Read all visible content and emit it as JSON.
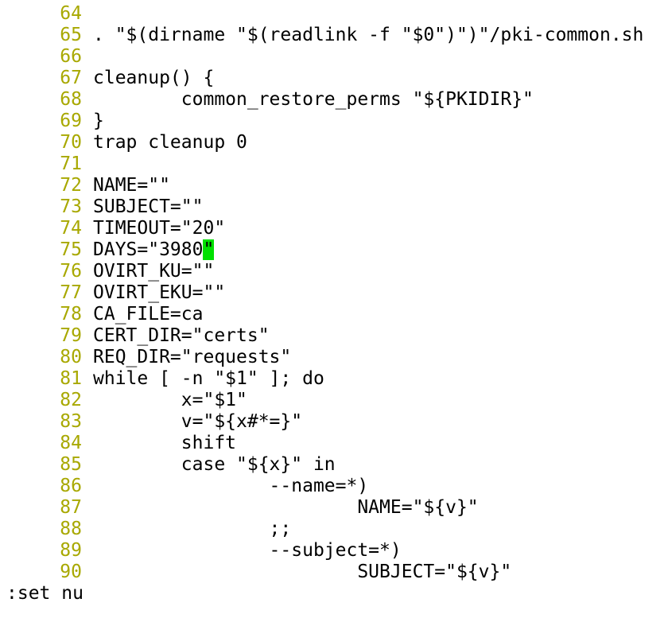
{
  "editor": {
    "lines": [
      {
        "num": "64",
        "text": ""
      },
      {
        "num": "65",
        "text": ". \"$(dirname \"$(readlink -f \"$0\")\")\"/pki-common.sh"
      },
      {
        "num": "66",
        "text": ""
      },
      {
        "num": "67",
        "text": "cleanup() {"
      },
      {
        "num": "68",
        "text": "        common_restore_perms \"${PKIDIR}\""
      },
      {
        "num": "69",
        "text": "}"
      },
      {
        "num": "70",
        "text": "trap cleanup 0"
      },
      {
        "num": "71",
        "text": ""
      },
      {
        "num": "72",
        "text": "NAME=\"\""
      },
      {
        "num": "73",
        "text": "SUBJECT=\"\""
      },
      {
        "num": "74",
        "text": "TIMEOUT=\"20\""
      },
      {
        "num": "75",
        "text": "DAYS=\"3980",
        "cursor_char": "\""
      },
      {
        "num": "76",
        "text": "OVIRT_KU=\"\""
      },
      {
        "num": "77",
        "text": "OVIRT_EKU=\"\""
      },
      {
        "num": "78",
        "text": "CA_FILE=ca"
      },
      {
        "num": "79",
        "text": "CERT_DIR=\"certs\""
      },
      {
        "num": "80",
        "text": "REQ_DIR=\"requests\""
      },
      {
        "num": "81",
        "text": "while [ -n \"$1\" ]; do"
      },
      {
        "num": "82",
        "text": "        x=\"$1\""
      },
      {
        "num": "83",
        "text": "        v=\"${x#*=}\""
      },
      {
        "num": "84",
        "text": "        shift"
      },
      {
        "num": "85",
        "text": "        case \"${x}\" in"
      },
      {
        "num": "86",
        "text": "                --name=*)"
      },
      {
        "num": "87",
        "text": "                        NAME=\"${v}\""
      },
      {
        "num": "88",
        "text": "                ;;"
      },
      {
        "num": "89",
        "text": "                --subject=*)"
      },
      {
        "num": "90",
        "text": "                        SUBJECT=\"${v}\""
      }
    ]
  },
  "cmdline": {
    "text": ":set nu"
  },
  "colors": {
    "line_number": "#a8a800",
    "cursor": "#00e000",
    "background": "#ffffff",
    "text": "#000000"
  }
}
